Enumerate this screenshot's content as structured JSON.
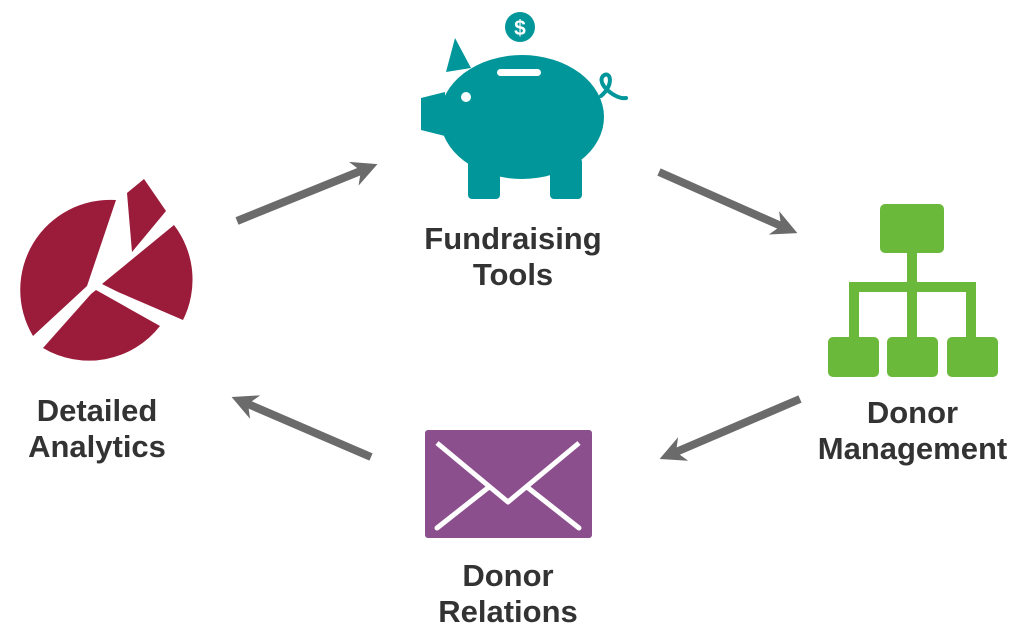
{
  "diagram": {
    "nodes": [
      {
        "id": "fundraising-tools",
        "label_lines": [
          "Fundraising",
          "Tools"
        ],
        "icon": "piggy-bank-icon",
        "color": "#00969a"
      },
      {
        "id": "donor-management",
        "label_lines": [
          "Donor",
          "Management"
        ],
        "icon": "org-chart-icon",
        "color": "#6ab93b"
      },
      {
        "id": "donor-relations",
        "label_lines": [
          "Donor",
          "Relations"
        ],
        "icon": "envelope-icon",
        "color": "#8c4f8e"
      },
      {
        "id": "detailed-analytics",
        "label_lines": [
          "Detailed",
          "Analytics"
        ],
        "icon": "pie-chart-icon",
        "color": "#9b1b3a"
      }
    ],
    "edges": [
      {
        "from": "detailed-analytics",
        "to": "fundraising-tools"
      },
      {
        "from": "fundraising-tools",
        "to": "donor-management"
      },
      {
        "from": "donor-management",
        "to": "donor-relations"
      },
      {
        "from": "donor-relations",
        "to": "detailed-analytics"
      }
    ],
    "coin_symbol": "$",
    "arrow_color": "#6b6b6b",
    "label_color": "#333333"
  }
}
